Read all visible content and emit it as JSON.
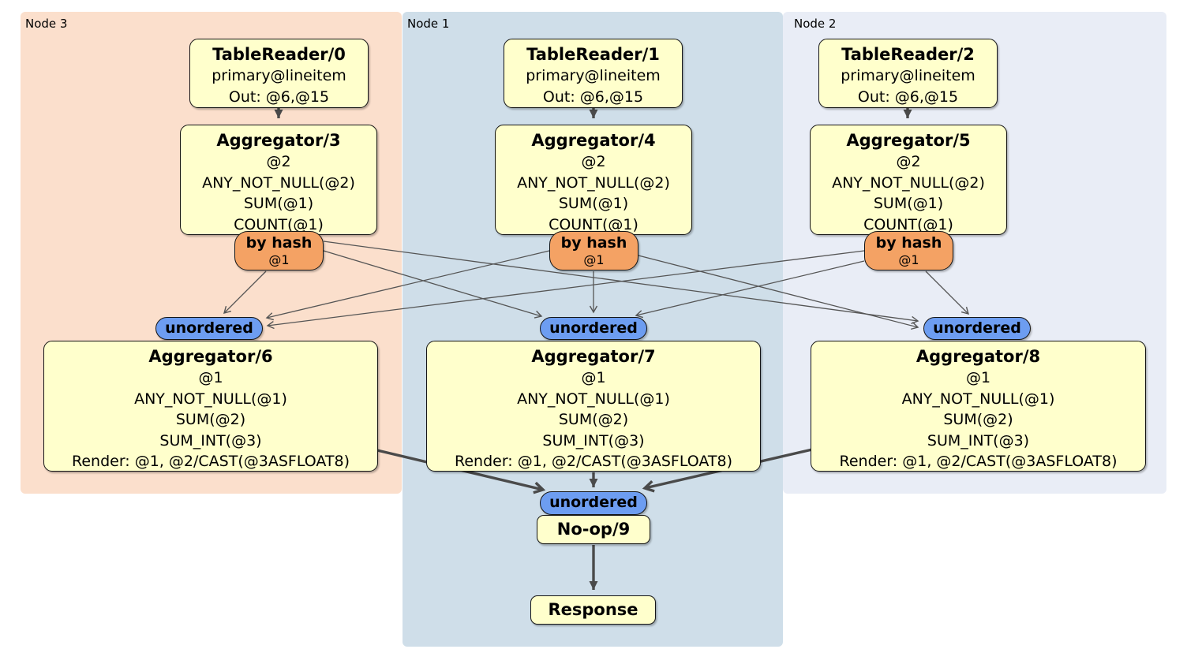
{
  "diagram": {
    "panels": [
      {
        "label": "Node 3",
        "color": "#fbdfcc"
      },
      {
        "label": "Node 1",
        "color": "#cfdee9"
      },
      {
        "label": "Node 2",
        "color": "#e9edf6"
      }
    ],
    "colors": {
      "processor_fill": "#ffffcc",
      "router_fill": "#f4a264",
      "sync_fill": "#6d9df1",
      "edge_thin": "#555555",
      "edge_thick": "#4a4a4a"
    },
    "table_readers": [
      {
        "title": "TableReader/0",
        "lines": [
          "primary@lineitem",
          "Out: @6,@15"
        ]
      },
      {
        "title": "TableReader/1",
        "lines": [
          "primary@lineitem",
          "Out: @6,@15"
        ]
      },
      {
        "title": "TableReader/2",
        "lines": [
          "primary@lineitem",
          "Out: @6,@15"
        ]
      }
    ],
    "stage1_aggregators": [
      {
        "title": "Aggregator/3",
        "lines": [
          "@2",
          "ANY_NOT_NULL(@2)",
          "SUM(@1)",
          "COUNT(@1)"
        ]
      },
      {
        "title": "Aggregator/4",
        "lines": [
          "@2",
          "ANY_NOT_NULL(@2)",
          "SUM(@1)",
          "COUNT(@1)"
        ]
      },
      {
        "title": "Aggregator/5",
        "lines": [
          "@2",
          "ANY_NOT_NULL(@2)",
          "SUM(@1)",
          "COUNT(@1)"
        ]
      }
    ],
    "routers": [
      {
        "label": "by hash",
        "detail": "@1"
      },
      {
        "label": "by hash",
        "detail": "@1"
      },
      {
        "label": "by hash",
        "detail": "@1"
      }
    ],
    "sync_label": "unordered",
    "stage2_aggregators": [
      {
        "title": "Aggregator/6",
        "lines": [
          "@1",
          "ANY_NOT_NULL(@1)",
          "SUM(@2)",
          "SUM_INT(@3)",
          "Render: @1, @2/CAST(@3ASFLOAT8)"
        ]
      },
      {
        "title": "Aggregator/7",
        "lines": [
          "@1",
          "ANY_NOT_NULL(@1)",
          "SUM(@2)",
          "SUM_INT(@3)",
          "Render: @1, @2/CAST(@3ASFLOAT8)"
        ]
      },
      {
        "title": "Aggregator/8",
        "lines": [
          "@1",
          "ANY_NOT_NULL(@1)",
          "SUM(@2)",
          "SUM_INT(@3)",
          "Render: @1, @2/CAST(@3ASFLOAT8)"
        ]
      }
    ],
    "noop_title": "No-op/9",
    "response_title": "Response"
  }
}
